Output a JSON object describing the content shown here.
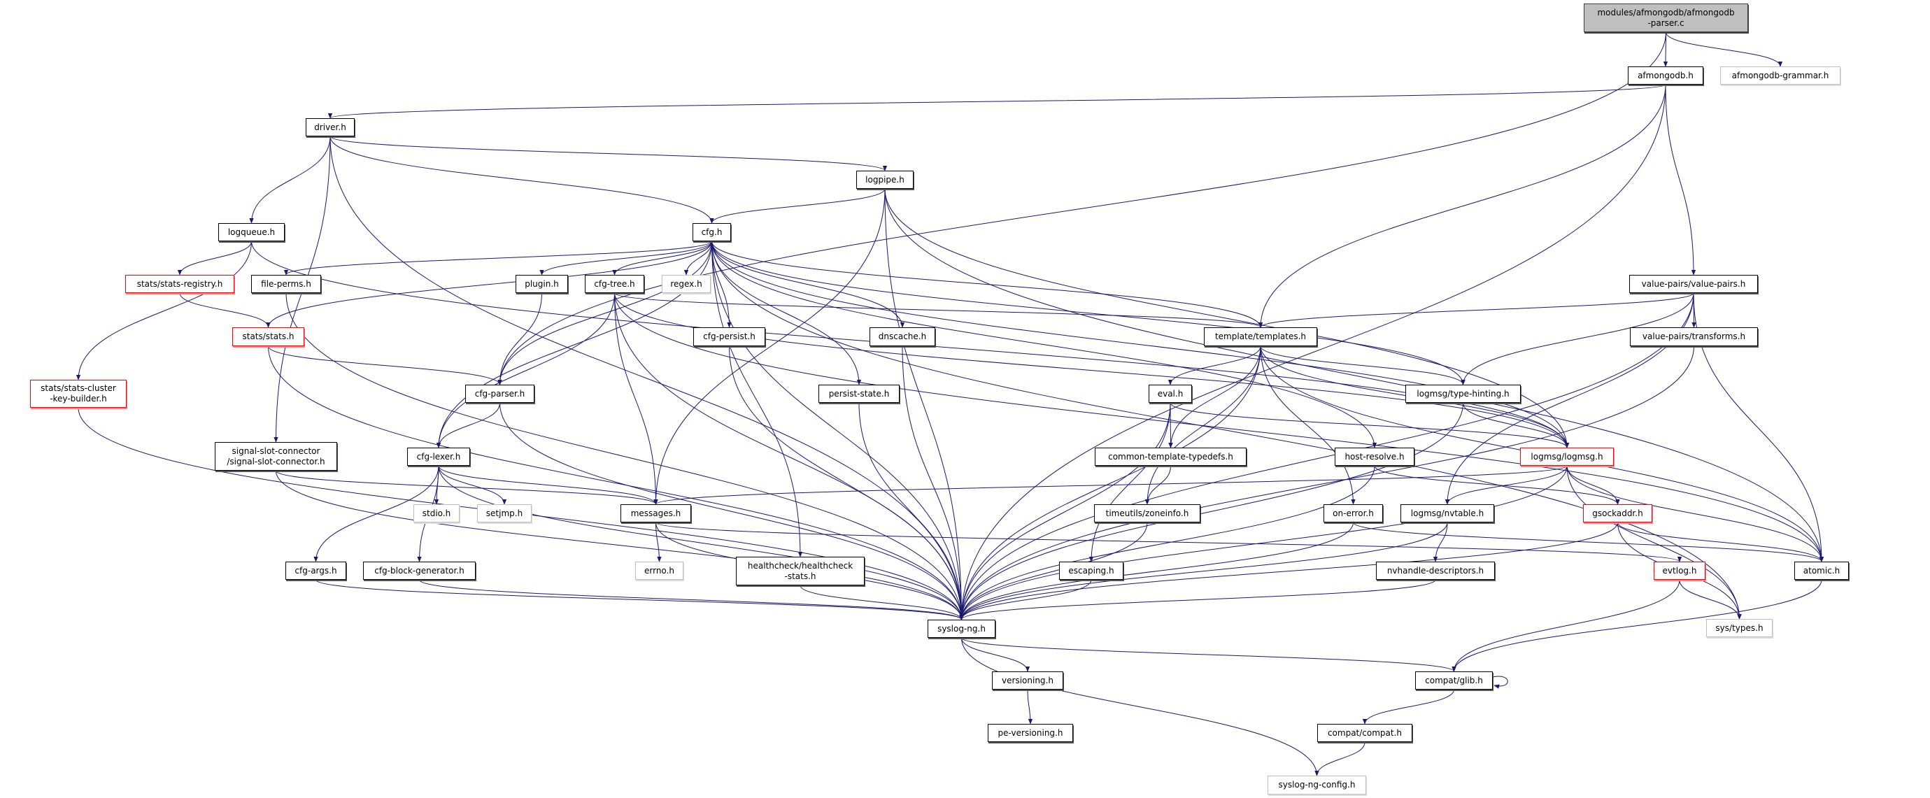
{
  "diagram": {
    "type": "include-dependency-graph",
    "colors": {
      "edge": "#191970",
      "node_border": "#000000",
      "missing_doc_border": "#ff0000",
      "external_border": "#bfbfbf",
      "root_fill": "#bfbfbf"
    },
    "nodes": [
      {
        "id": "root",
        "lines": [
          "modules/afmongodb/afmongodb",
          "-parser.c"
        ],
        "style": "root"
      },
      {
        "id": "afmongodb",
        "lines": [
          "afmongodb.h"
        ],
        "style": "normal"
      },
      {
        "id": "grammar",
        "lines": [
          "afmongodb-grammar.h"
        ],
        "style": "gray"
      },
      {
        "id": "driver",
        "lines": [
          "driver.h"
        ],
        "style": "normal"
      },
      {
        "id": "logpipe",
        "lines": [
          "logpipe.h"
        ],
        "style": "normal"
      },
      {
        "id": "logqueue",
        "lines": [
          "logqueue.h"
        ],
        "style": "normal"
      },
      {
        "id": "cfg",
        "lines": [
          "cfg.h"
        ],
        "style": "normal"
      },
      {
        "id": "statsreg",
        "lines": [
          "stats/stats-registry.h"
        ],
        "style": "red"
      },
      {
        "id": "fileperms",
        "lines": [
          "file-perms.h"
        ],
        "style": "normal"
      },
      {
        "id": "plugin",
        "lines": [
          "plugin.h"
        ],
        "style": "normal"
      },
      {
        "id": "cfgtree",
        "lines": [
          "cfg-tree.h"
        ],
        "style": "normal"
      },
      {
        "id": "regex",
        "lines": [
          "regex.h"
        ],
        "style": "gray"
      },
      {
        "id": "vp",
        "lines": [
          "value-pairs/value-pairs.h"
        ],
        "style": "normal"
      },
      {
        "id": "stats",
        "lines": [
          "stats/stats.h"
        ],
        "style": "red"
      },
      {
        "id": "cfgpersist",
        "lines": [
          "cfg-persist.h"
        ],
        "style": "normal"
      },
      {
        "id": "dnscache",
        "lines": [
          "dnscache.h"
        ],
        "style": "normal"
      },
      {
        "id": "templates",
        "lines": [
          "template/templates.h"
        ],
        "style": "normal"
      },
      {
        "id": "transforms",
        "lines": [
          "value-pairs/transforms.h"
        ],
        "style": "normal"
      },
      {
        "id": "keybuilder",
        "lines": [
          "stats/stats-cluster",
          "-key-builder.h"
        ],
        "style": "red"
      },
      {
        "id": "cfgparser",
        "lines": [
          "cfg-parser.h"
        ],
        "style": "normal"
      },
      {
        "id": "persiststate",
        "lines": [
          "persist-state.h"
        ],
        "style": "normal"
      },
      {
        "id": "eval",
        "lines": [
          "eval.h"
        ],
        "style": "normal"
      },
      {
        "id": "typehint",
        "lines": [
          "logmsg/type-hinting.h"
        ],
        "style": "normal"
      },
      {
        "id": "ssc",
        "lines": [
          "signal-slot-connector",
          "/signal-slot-connector.h"
        ],
        "style": "normal"
      },
      {
        "id": "cfglexer",
        "lines": [
          "cfg-lexer.h"
        ],
        "style": "normal"
      },
      {
        "id": "ctt",
        "lines": [
          "common-template-typedefs.h"
        ],
        "style": "normal"
      },
      {
        "id": "hostresolve",
        "lines": [
          "host-resolve.h"
        ],
        "style": "normal"
      },
      {
        "id": "logmsg",
        "lines": [
          "logmsg/logmsg.h"
        ],
        "style": "red"
      },
      {
        "id": "stdio",
        "lines": [
          "stdio.h"
        ],
        "style": "gray"
      },
      {
        "id": "setjmp",
        "lines": [
          "setjmp.h"
        ],
        "style": "gray"
      },
      {
        "id": "messages",
        "lines": [
          "messages.h"
        ],
        "style": "normal"
      },
      {
        "id": "zoneinfo",
        "lines": [
          "timeutils/zoneinfo.h"
        ],
        "style": "normal"
      },
      {
        "id": "onerror",
        "lines": [
          "on-error.h"
        ],
        "style": "normal"
      },
      {
        "id": "nvtable",
        "lines": [
          "logmsg/nvtable.h"
        ],
        "style": "normal"
      },
      {
        "id": "gsockaddr",
        "lines": [
          "gsockaddr.h"
        ],
        "style": "red"
      },
      {
        "id": "cfgargs",
        "lines": [
          "cfg-args.h"
        ],
        "style": "normal"
      },
      {
        "id": "cbg",
        "lines": [
          "cfg-block-generator.h"
        ],
        "style": "normal"
      },
      {
        "id": "errno",
        "lines": [
          "errno.h"
        ],
        "style": "gray"
      },
      {
        "id": "healthcheck",
        "lines": [
          "healthcheck/healthcheck",
          "-stats.h"
        ],
        "style": "normal"
      },
      {
        "id": "escaping",
        "lines": [
          "escaping.h"
        ],
        "style": "normal"
      },
      {
        "id": "nvhandle",
        "lines": [
          "nvhandle-descriptors.h"
        ],
        "style": "normal"
      },
      {
        "id": "evtlog",
        "lines": [
          "evtlog.h"
        ],
        "style": "red"
      },
      {
        "id": "atomic",
        "lines": [
          "atomic.h"
        ],
        "style": "normal"
      },
      {
        "id": "syslogng",
        "lines": [
          "syslog-ng.h"
        ],
        "style": "normal"
      },
      {
        "id": "systypes",
        "lines": [
          "sys/types.h"
        ],
        "style": "gray"
      },
      {
        "id": "versioning",
        "lines": [
          "versioning.h"
        ],
        "style": "normal"
      },
      {
        "id": "glib",
        "lines": [
          "compat/glib.h"
        ],
        "style": "normal"
      },
      {
        "id": "peversioning",
        "lines": [
          "pe-versioning.h"
        ],
        "style": "normal"
      },
      {
        "id": "compat",
        "lines": [
          "compat/compat.h"
        ],
        "style": "normal"
      },
      {
        "id": "config",
        "lines": [
          "syslog-ng-config.h"
        ],
        "style": "gray"
      }
    ],
    "edges": [
      [
        "root",
        "cfgparser"
      ],
      [
        "root",
        "afmongodb"
      ],
      [
        "root",
        "grammar"
      ],
      [
        "afmongodb",
        "driver"
      ],
      [
        "afmongodb",
        "templates"
      ],
      [
        "afmongodb",
        "vp"
      ],
      [
        "afmongodb",
        "syslogng"
      ],
      [
        "driver",
        "syslogng"
      ],
      [
        "driver",
        "logqueue"
      ],
      [
        "driver",
        "ssc"
      ],
      [
        "driver",
        "cfg"
      ],
      [
        "driver",
        "logpipe"
      ],
      [
        "logpipe",
        "cfg"
      ],
      [
        "logpipe",
        "messages"
      ],
      [
        "logpipe",
        "syslogng"
      ],
      [
        "logpipe",
        "logmsg"
      ],
      [
        "logpipe",
        "atomic"
      ],
      [
        "logqueue",
        "statsreg"
      ],
      [
        "logqueue",
        "keybuilder"
      ],
      [
        "logqueue",
        "logmsg"
      ],
      [
        "cfg",
        "fileperms"
      ],
      [
        "cfg",
        "stats"
      ],
      [
        "cfg",
        "syslogng"
      ],
      [
        "cfg",
        "cfglexer"
      ],
      [
        "cfg",
        "cfgparser"
      ],
      [
        "cfg",
        "plugin"
      ],
      [
        "cfg",
        "cfgtree"
      ],
      [
        "cfg",
        "regex"
      ],
      [
        "cfg",
        "cfgpersist"
      ],
      [
        "cfg",
        "persiststate"
      ],
      [
        "cfg",
        "dnscache"
      ],
      [
        "cfg",
        "healthcheck"
      ],
      [
        "cfg",
        "templates"
      ],
      [
        "cfg",
        "hostresolve"
      ],
      [
        "cfg",
        "typehint"
      ],
      [
        "cfg",
        "logmsg"
      ],
      [
        "cfg",
        "systypes"
      ],
      [
        "statsreg",
        "stats"
      ],
      [
        "stats",
        "cfgparser"
      ],
      [
        "stats",
        "syslogng"
      ],
      [
        "fileperms",
        "syslogng"
      ],
      [
        "plugin",
        "cfgparser"
      ],
      [
        "cfgtree",
        "cfglexer"
      ],
      [
        "cfgtree",
        "syslogng"
      ],
      [
        "cfgtree",
        "messages"
      ],
      [
        "cfgtree",
        "templates"
      ],
      [
        "cfgtree",
        "logmsg"
      ],
      [
        "cfgtree",
        "atomic"
      ],
      [
        "cfgparser",
        "cfglexer"
      ],
      [
        "cfgparser",
        "syslogng"
      ],
      [
        "cfglexer",
        "cfgargs"
      ],
      [
        "cfglexer",
        "cbg"
      ],
      [
        "cfglexer",
        "stdio"
      ],
      [
        "cfglexer",
        "setjmp"
      ],
      [
        "cfglexer",
        "messages"
      ],
      [
        "cfglexer",
        "syslogng"
      ],
      [
        "cfgpersist",
        "syslogng"
      ],
      [
        "dnscache",
        "syslogng"
      ],
      [
        "persiststate",
        "syslogng"
      ],
      [
        "healthcheck",
        "syslogng"
      ],
      [
        "ssc",
        "messages"
      ],
      [
        "ssc",
        "syslogng"
      ],
      [
        "keybuilder",
        "syslogng"
      ],
      [
        "cfgargs",
        "syslogng"
      ],
      [
        "cbg",
        "syslogng"
      ],
      [
        "messages",
        "syslogng"
      ],
      [
        "messages",
        "errno"
      ],
      [
        "messages",
        "evtlog"
      ],
      [
        "templates",
        "eval"
      ],
      [
        "templates",
        "ctt"
      ],
      [
        "templates",
        "zoneinfo"
      ],
      [
        "templates",
        "onerror"
      ],
      [
        "templates",
        "typehint"
      ],
      [
        "templates",
        "syslogng"
      ],
      [
        "templates",
        "atomic"
      ],
      [
        "templates",
        "logmsg"
      ],
      [
        "eval",
        "ctt"
      ],
      [
        "eval",
        "logmsg"
      ],
      [
        "eval",
        "syslogng"
      ],
      [
        "eval",
        "escaping"
      ],
      [
        "typehint",
        "logmsg"
      ],
      [
        "typehint",
        "syslogng"
      ],
      [
        "vp",
        "templates"
      ],
      [
        "vp",
        "typehint"
      ],
      [
        "vp",
        "transforms"
      ],
      [
        "vp",
        "nvtable"
      ],
      [
        "vp",
        "atomic"
      ],
      [
        "vp",
        "syslogng"
      ],
      [
        "transforms",
        "syslogng"
      ],
      [
        "ctt",
        "zoneinfo"
      ],
      [
        "zoneinfo",
        "syslogng"
      ],
      [
        "hostresolve",
        "gsockaddr"
      ],
      [
        "hostresolve",
        "syslogng"
      ],
      [
        "logmsg",
        "messages"
      ],
      [
        "logmsg",
        "nvtable"
      ],
      [
        "logmsg",
        "gsockaddr"
      ],
      [
        "logmsg",
        "atomic"
      ],
      [
        "logmsg",
        "systypes"
      ],
      [
        "logmsg",
        "syslogng"
      ],
      [
        "onerror",
        "syslogng"
      ],
      [
        "onerror",
        "atomic"
      ],
      [
        "nvtable",
        "nvhandle"
      ],
      [
        "nvtable",
        "syslogng"
      ],
      [
        "gsockaddr",
        "atomic"
      ],
      [
        "gsockaddr",
        "systypes"
      ],
      [
        "gsockaddr",
        "syslogng"
      ],
      [
        "escaping",
        "syslogng"
      ],
      [
        "nvhandle",
        "syslogng"
      ],
      [
        "evtlog",
        "systypes"
      ],
      [
        "evtlog",
        "glib"
      ],
      [
        "atomic",
        "glib"
      ],
      [
        "syslogng",
        "versioning"
      ],
      [
        "syslogng",
        "glib"
      ],
      [
        "syslogng",
        "config"
      ],
      [
        "versioning",
        "peversioning"
      ],
      [
        "glib",
        "glib"
      ],
      [
        "glib",
        "compat"
      ],
      [
        "compat",
        "config"
      ]
    ]
  }
}
